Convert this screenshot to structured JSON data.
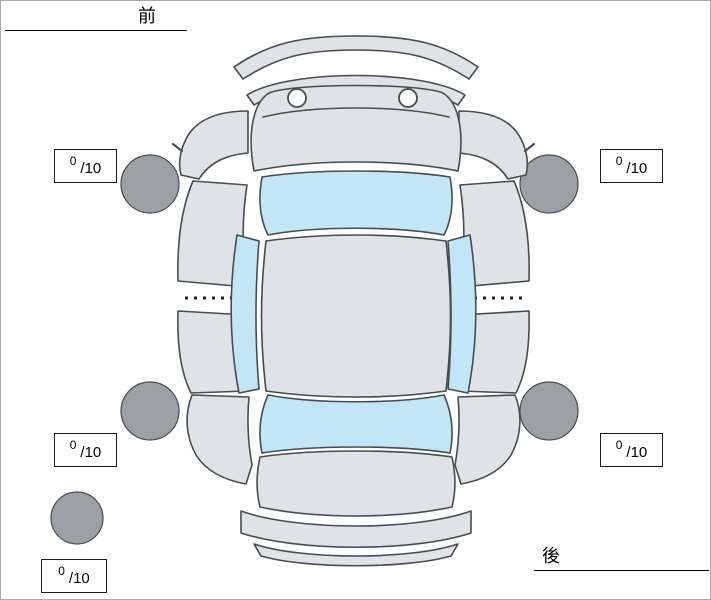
{
  "labels": {
    "front": "前",
    "rear": "後"
  },
  "scores": {
    "front_left": {
      "value": "0",
      "max": "/10"
    },
    "front_right": {
      "value": "0",
      "max": "/10"
    },
    "rear_left": {
      "value": "0",
      "max": "/10"
    },
    "rear_right": {
      "value": "0",
      "max": "/10"
    },
    "spare": {
      "value": "0",
      "max": "/10"
    }
  },
  "diagram": {
    "type": "car-top-view-expanded",
    "colors": {
      "body": "#dfe2e6",
      "glass": "#c3e6f6",
      "wheel": "#9aa0a6",
      "outline": "#474c52"
    }
  }
}
